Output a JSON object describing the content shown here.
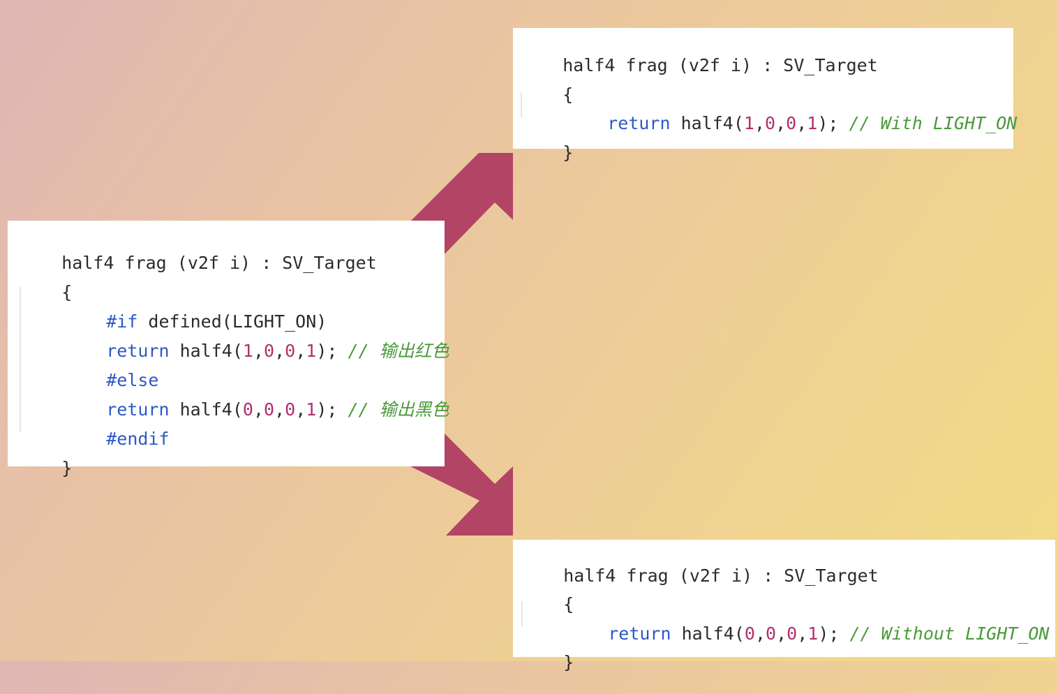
{
  "main_code": {
    "signature": "half4 frag (v2f i) : SV_Target",
    "open_brace": "{",
    "line_if_kw": "#if",
    "line_if_rest": " defined(LIGHT_ON)",
    "line_return1_kw": "return",
    "line_return1_fn": " half4(",
    "line_return1_args": [
      "1",
      "0",
      "0",
      "1"
    ],
    "line_return1_tail": ");",
    "line_return1_comment": "// 输出红色",
    "line_else": "#else",
    "line_return2_kw": "return",
    "line_return2_fn": " half4(",
    "line_return2_args": [
      "0",
      "0",
      "0",
      "1"
    ],
    "line_return2_tail": ");",
    "line_return2_comment": "// 输出黑色",
    "line_endif": "#endif",
    "close_brace": "}"
  },
  "top_code": {
    "signature": "half4 frag (v2f i) : SV_Target",
    "open_brace": "{",
    "return_kw": "return",
    "return_fn": " half4(",
    "return_args": [
      "1",
      "0",
      "0",
      "1"
    ],
    "return_tail": ");",
    "comment": "// With LIGHT_ON",
    "close_brace": "}"
  },
  "bottom_code": {
    "signature": "half4 frag (v2f i) : SV_Target",
    "open_brace": "{",
    "return_kw": "return",
    "return_fn": " half4(",
    "return_args": [
      "0",
      "0",
      "0",
      "1"
    ],
    "return_tail": ");",
    "comment": "// Without LIGHT_ON",
    "close_brace": "}"
  },
  "colors": {
    "arrow": "#b24466",
    "keyword": "#2e58c8",
    "number": "#b0306e",
    "comment": "#4a9a3a"
  }
}
